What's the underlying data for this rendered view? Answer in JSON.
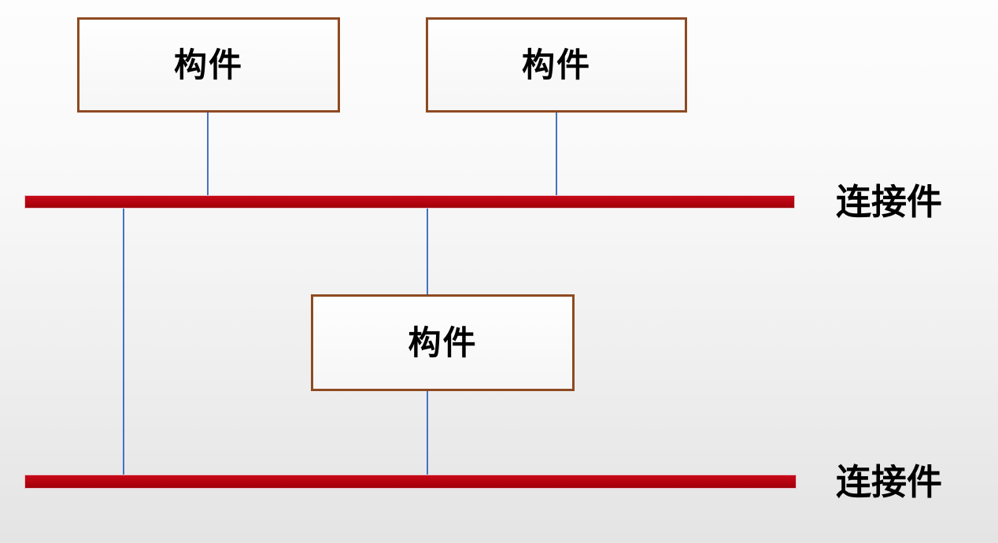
{
  "diagram": {
    "component_boxes": [
      {
        "label": "构件"
      },
      {
        "label": "构件"
      },
      {
        "label": "构件"
      }
    ],
    "connector_bars": [
      {
        "label": "连接件"
      },
      {
        "label": "连接件"
      }
    ],
    "colors": {
      "bar_red": "#b50310",
      "bar_border_pink": "#e9bfc9",
      "box_border_brown": "#8e4a21",
      "line_blue": "#4472c4",
      "text_black": "#000000",
      "background_top": "#fdfdfd",
      "background_bottom": "#e4e4e4"
    }
  }
}
